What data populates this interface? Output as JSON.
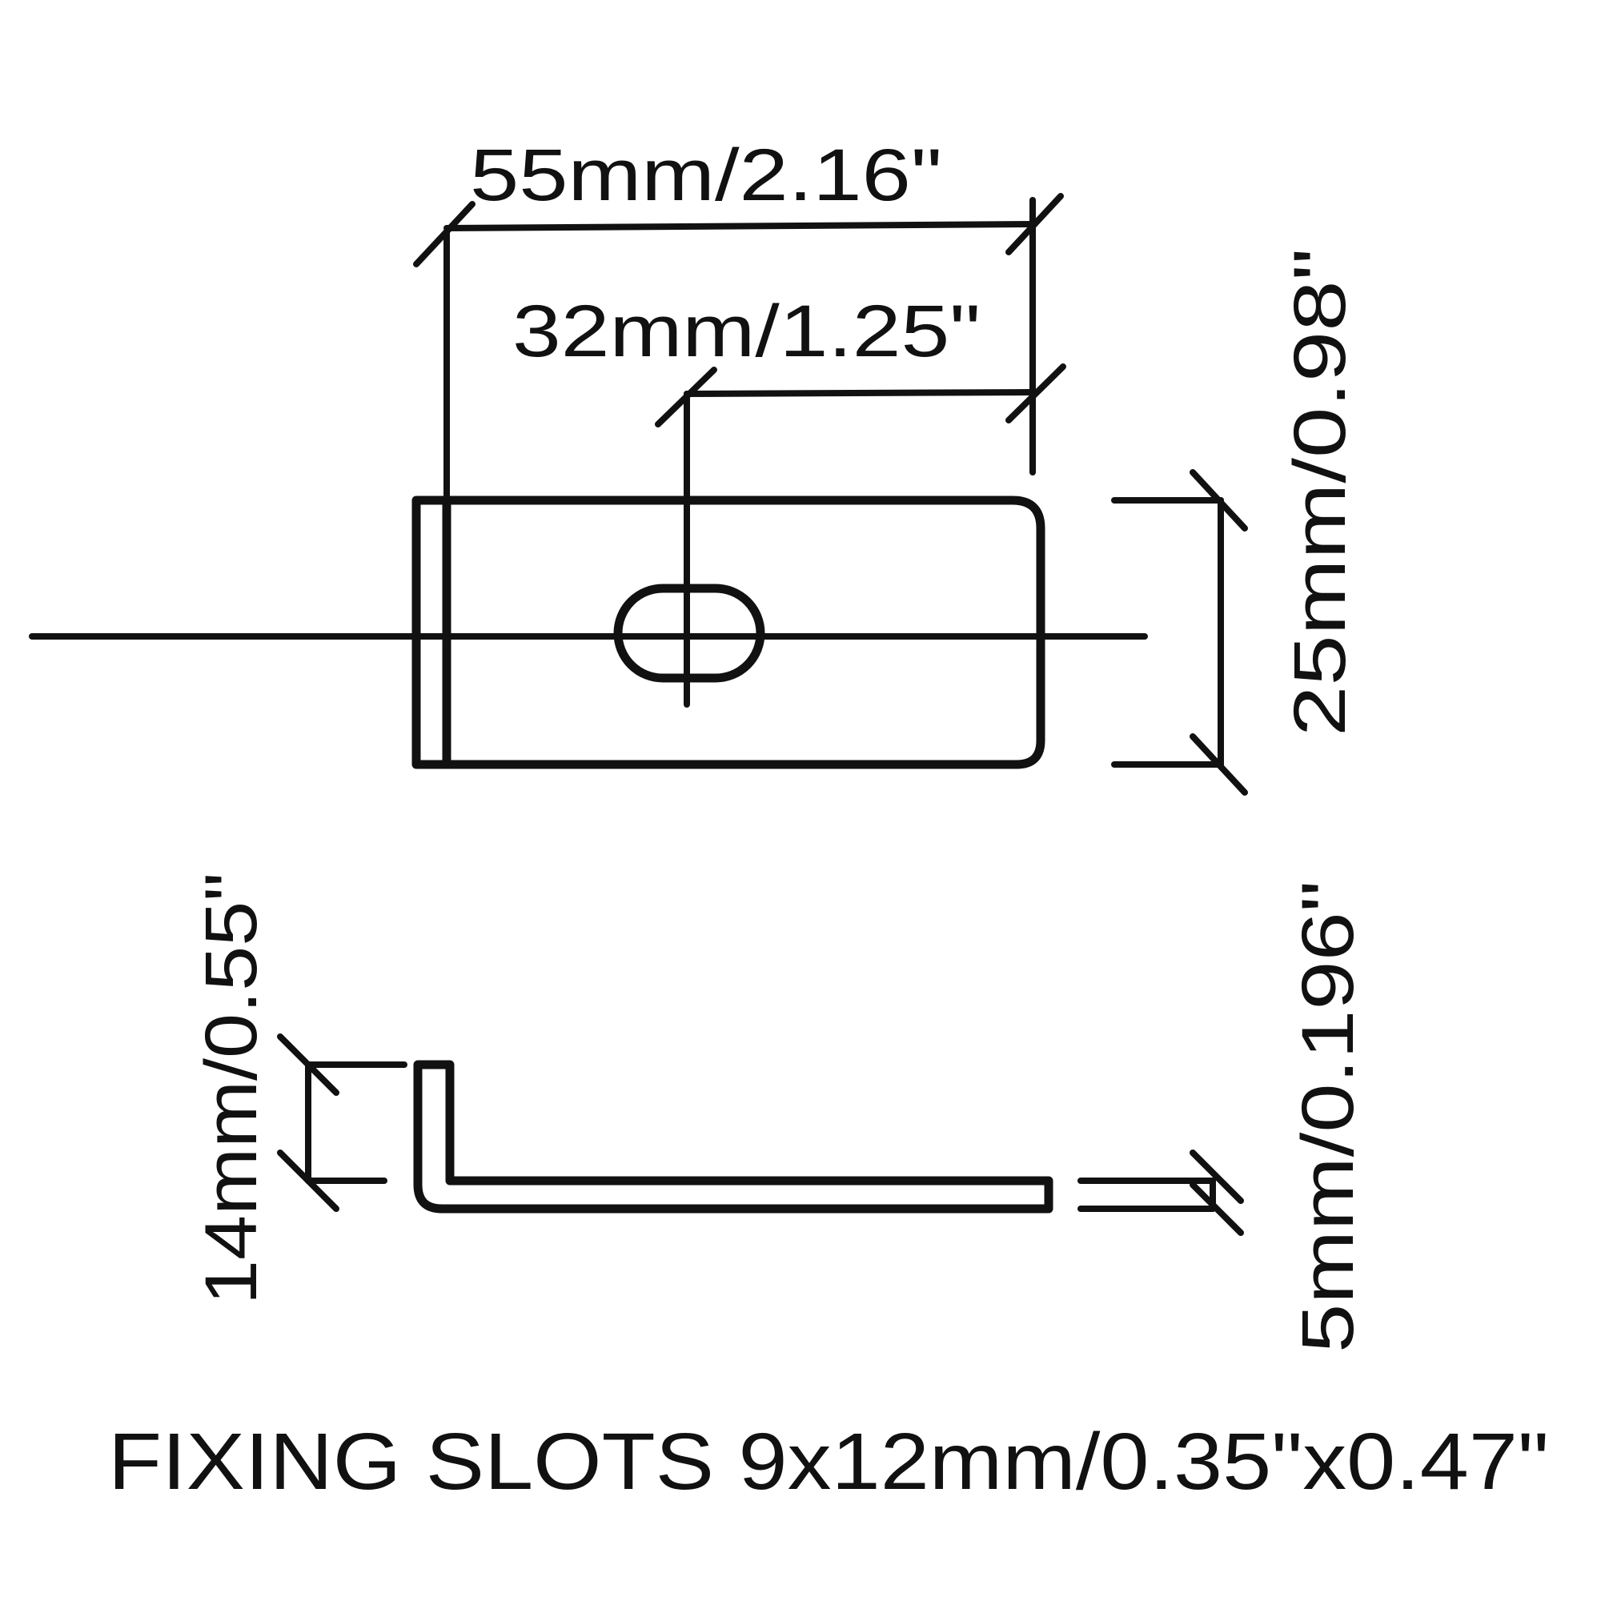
{
  "dimensions": {
    "overall_width": "55mm/2.16\"",
    "slot_offset": "32mm/1.25\"",
    "height": "25mm/0.98\"",
    "flange_height": "14mm/0.55\"",
    "thickness": "5mm/0.196\""
  },
  "caption": "FIXING SLOTS 9x12mm/0.35\"x0.47\""
}
